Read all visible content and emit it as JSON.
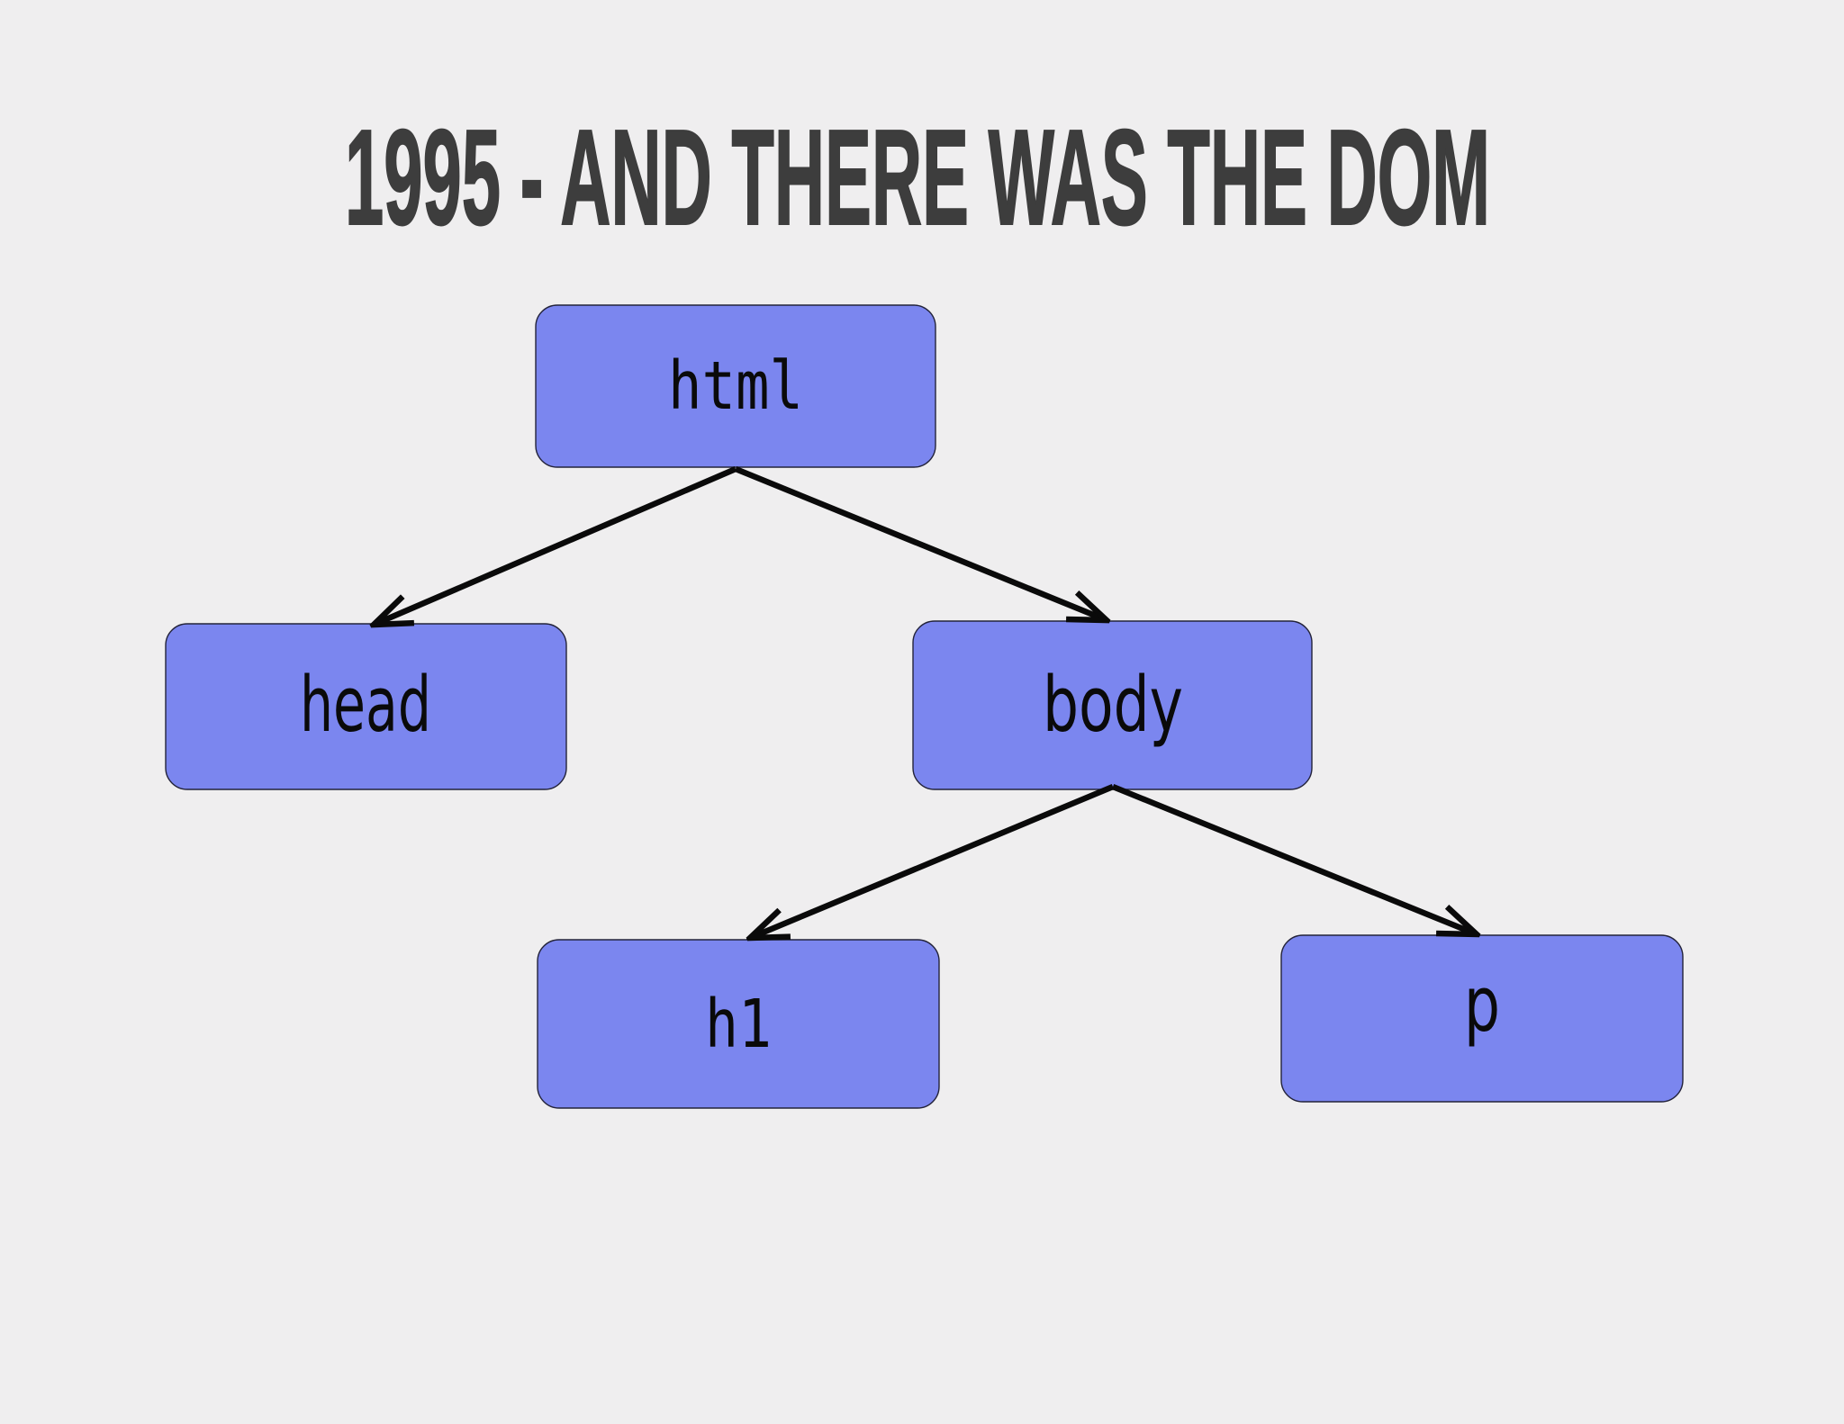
{
  "title": "1995 - AND THERE WAS THE DOM",
  "diagram": {
    "type": "tree",
    "nodes": [
      {
        "id": "html",
        "label": "html"
      },
      {
        "id": "head",
        "label": "head"
      },
      {
        "id": "body",
        "label": "body"
      },
      {
        "id": "h1",
        "label": "h1"
      },
      {
        "id": "p",
        "label": "p"
      }
    ],
    "edges": [
      {
        "from": "html",
        "to": "head"
      },
      {
        "from": "html",
        "to": "body"
      },
      {
        "from": "body",
        "to": "h1"
      },
      {
        "from": "body",
        "to": "p"
      }
    ]
  },
  "colors": {
    "background": "#efeeef",
    "title_text": "#3d3d3d",
    "node_fill": "#7b86ef",
    "node_border": "#23233a",
    "node_text": "#0a0a0a",
    "arrow": "#0a0a0a"
  }
}
